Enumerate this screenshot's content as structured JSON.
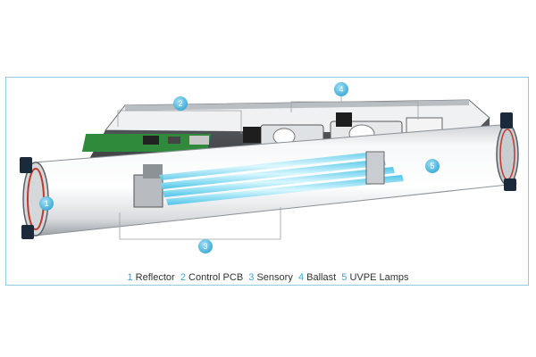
{
  "colors": {
    "accent": "#3aa7d6",
    "frame": "#8ecbe0",
    "lamp": "#7fe3ff",
    "label_text": "#333333"
  },
  "callouts": [
    {
      "number": "1",
      "part": "Reflector"
    },
    {
      "number": "2",
      "part": "Control PCB"
    },
    {
      "number": "3",
      "part": "Sensory"
    },
    {
      "number": "4",
      "part": "Ballast"
    },
    {
      "number": "5",
      "part": "UVPE Lamps"
    }
  ]
}
